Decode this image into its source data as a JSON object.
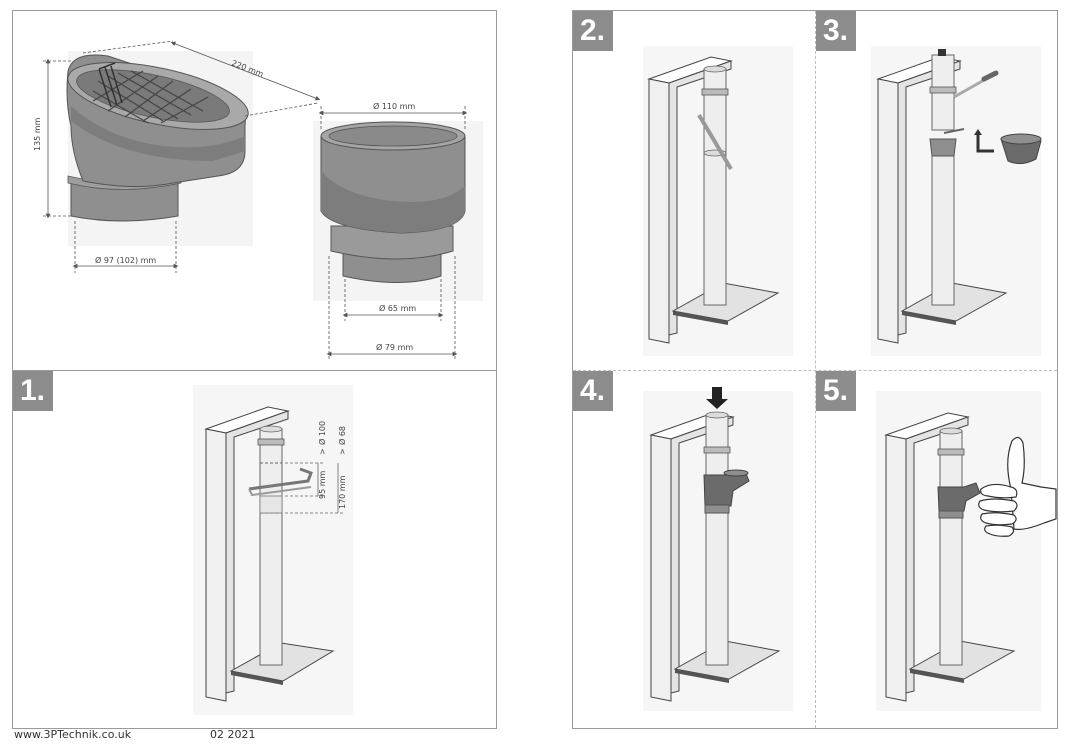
{
  "dimensions": {
    "length": "220 mm",
    "height": "135 mm",
    "inlet_diameter": "Ø 97 (102) mm",
    "top_diameter": "Ø 110 mm",
    "small_diameter": "Ø 65 mm",
    "mid_diameter": "Ø 79 mm"
  },
  "steps": [
    {
      "label": "1."
    },
    {
      "label": "2."
    },
    {
      "label": "3."
    },
    {
      "label": "4."
    },
    {
      "label": "5."
    }
  ],
  "step1_dims": {
    "pipe_large": "Ø 100",
    "pipe_small": "Ø 68",
    "gt_large": ">",
    "gt_small": ">",
    "cut_95": "95 mm",
    "cut_170": "170 mm"
  },
  "footer": {
    "website": "www.3PTechnik.co.uk",
    "date": "02 2021"
  },
  "colors": {
    "badge": "#8c8c8c",
    "part": "#8f8f8f",
    "part_dark": "#6b6b6b",
    "pipe": "#eeeeee"
  }
}
